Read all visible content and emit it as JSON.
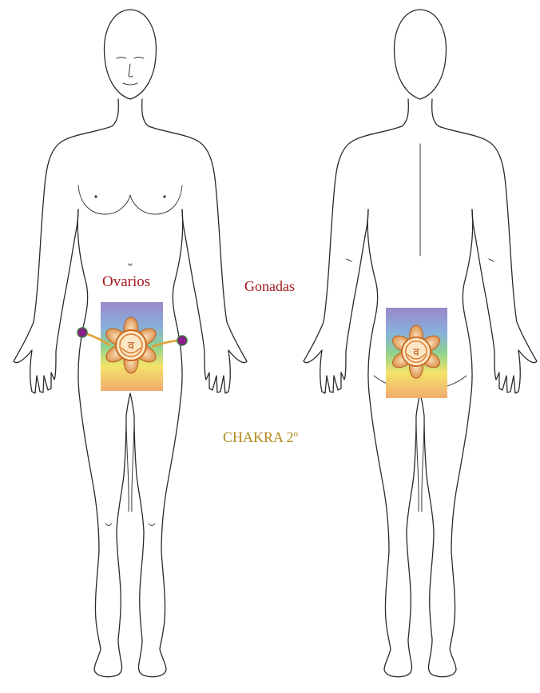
{
  "labels": {
    "ovarios": "Ovarios",
    "gonadas": "Gonadas",
    "chakra": "CHAKRA 2º"
  },
  "colors": {
    "label_red": "#a2171c",
    "label_gold": "#b08a1c",
    "outline": "#2a2a2a",
    "gradient": [
      "#9b88c8",
      "#87b1dc",
      "#8fd18e",
      "#f3e36a",
      "#f2ab6e"
    ],
    "petal": "#d8843a",
    "petal_inner": "#f6d3a6",
    "center": "#e06e1a",
    "ovary_marker": "#8a1e8a",
    "fallopian_line": "#e0a030"
  },
  "icons": {
    "chakra_symbol": "svadhisthana-lotus-icon",
    "ovary_marker": "ovary-dot-icon"
  }
}
